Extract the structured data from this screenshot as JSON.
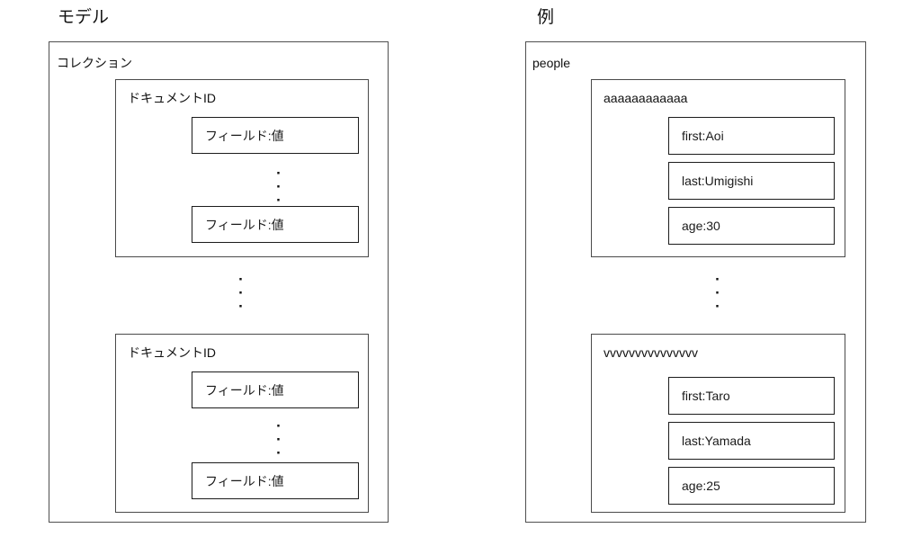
{
  "model": {
    "title": "モデル",
    "collection": {
      "label": "コレクション",
      "documents": [
        {
          "id_label": "ドキュメントID",
          "fields": [
            "フィールド:値",
            "フィールド:値"
          ]
        },
        {
          "id_label": "ドキュメントID",
          "fields": [
            "フィールド:値",
            "フィールド:値"
          ]
        }
      ]
    }
  },
  "example": {
    "title": "例",
    "collection": {
      "label": "people",
      "documents": [
        {
          "id_label": "aaaaaaaaaaaa",
          "fields": [
            "first:Aoi",
            "last:Umigishi",
            "age:30"
          ]
        },
        {
          "id_label": "vvvvvvvvvvvvvvv",
          "fields": [
            "first:Taro",
            "last:Yamada",
            "age:25"
          ]
        }
      ]
    }
  },
  "glyphs": {
    "dot": "·"
  }
}
